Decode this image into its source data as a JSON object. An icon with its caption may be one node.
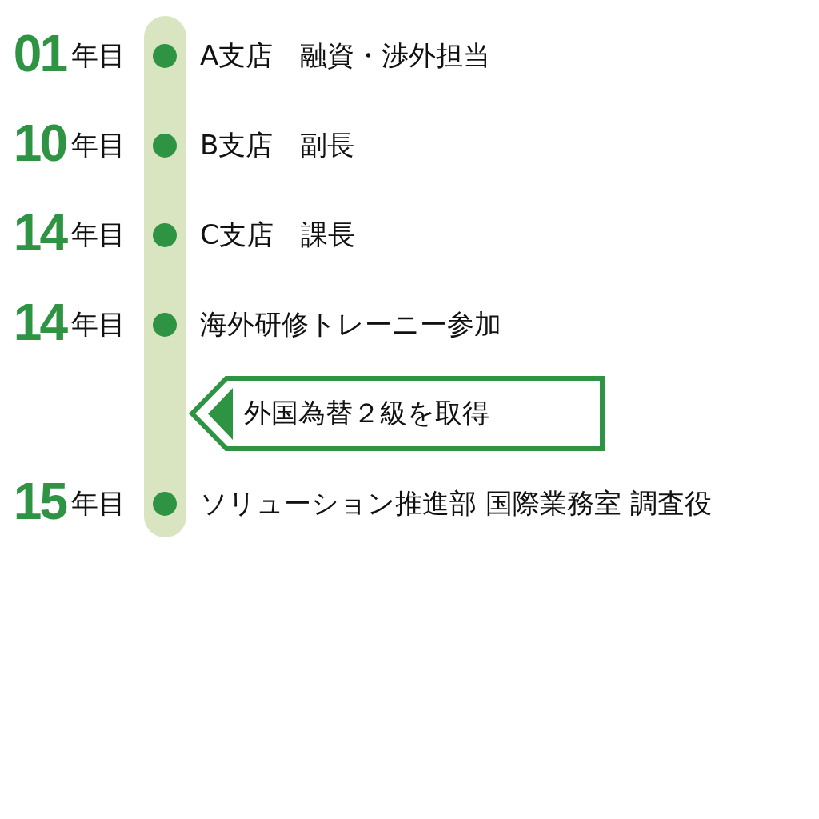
{
  "diagram": {
    "nodes": [
      {
        "text": [
          "外国為替２級を取得"
        ]
      }
    ],
    "labels": [
      "01",
      "年目",
      "A支店　融資・渉外担当",
      "10",
      "年目",
      "B支店　副長",
      "14",
      "年目",
      "C支店　課長",
      "14",
      "年目",
      "海外研修トレーニー参加",
      "15",
      "年目",
      "ソリューション推進部 国際業務室 調査役"
    ]
  }
}
